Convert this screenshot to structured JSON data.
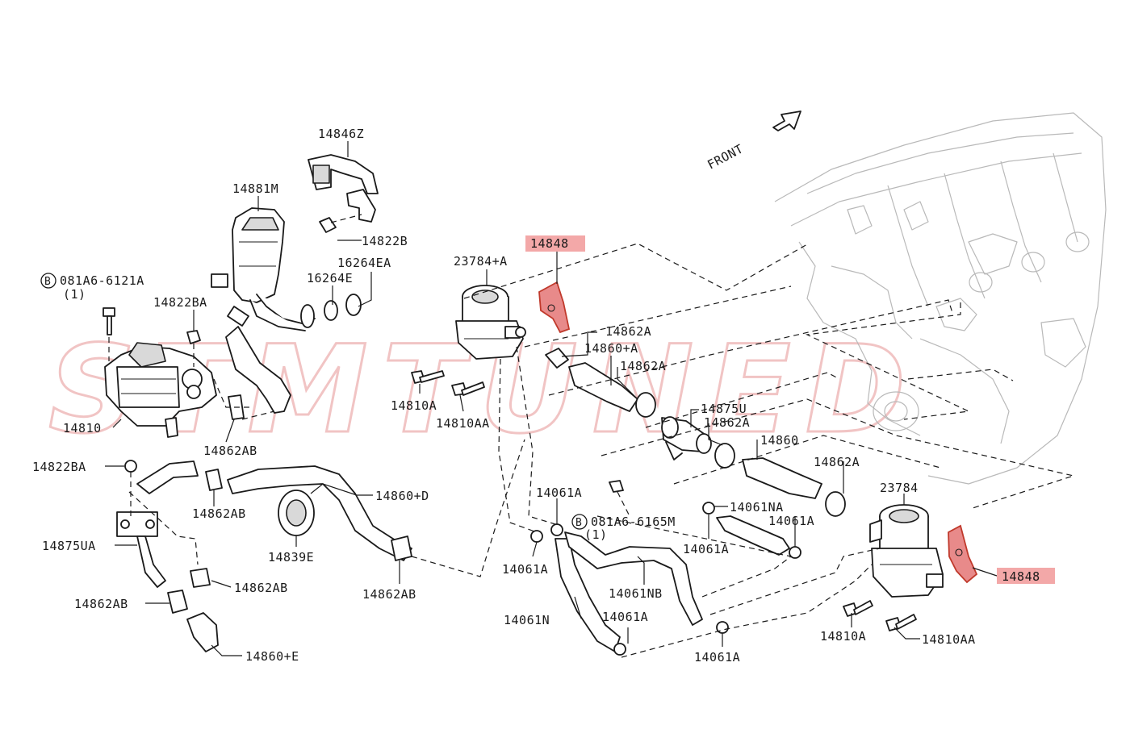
{
  "watermark": "STMTUNED",
  "front_label": "FRONT",
  "labels": {
    "p14846Z": "14846Z",
    "p14881M": "14881M",
    "p14822B": "14822B",
    "p16264EA": "16264EA",
    "p16264E": "16264E",
    "b081A6_6121A": "081A6-6121A",
    "b081A6_6121A_qty": "(1)",
    "p14822BA_top": "14822BA",
    "p14810": "14810",
    "p14862AB_a": "14862AB",
    "p14822BA_left": "14822BA",
    "p14862AB_b": "14862AB",
    "p14860D": "14860+D",
    "p14875UA": "14875UA",
    "p14839E": "14839E",
    "p14862AB_c": "14862AB",
    "p14862AB_d": "14862AB",
    "p14862AB_e": "14862AB",
    "p14860E": "14860+E",
    "p23784A": "23784+A",
    "p14848_top": "14848",
    "p14810A_left": "14810A",
    "p14810AA_left": "14810AA",
    "p14862A_a": "14862A",
    "p14860A": "14860+A",
    "p14862A_b": "14862A",
    "p14875U": "14875U",
    "p14862A_c": "14862A",
    "p14860": "14860",
    "p14862A_d": "14862A",
    "p14061A_a": "14061A",
    "b081A6_6165M": "081A6-6165M",
    "b081A6_6165M_qty": "(1)",
    "p14061NA": "14061NA",
    "p14061A_b": "14061A",
    "p14061A_c": "14061A",
    "p14061A_d": "14061A",
    "p14061NB": "14061NB",
    "p14061N": "14061N",
    "p14061A_e": "14061A",
    "p14061A_f": "14061A",
    "p23784": "23784",
    "p14848_right": "14848",
    "p14810A_right": "14810A",
    "p14810AA_right": "14810AA"
  },
  "bolt_marker": "B",
  "colors": {
    "highlight_fill": "#f3a8a8",
    "highlight_part": "#e88a8a",
    "ink": "#1a1a1a",
    "engine_ghost": "#b9b9b9",
    "watermark": "#f1c4c4"
  }
}
